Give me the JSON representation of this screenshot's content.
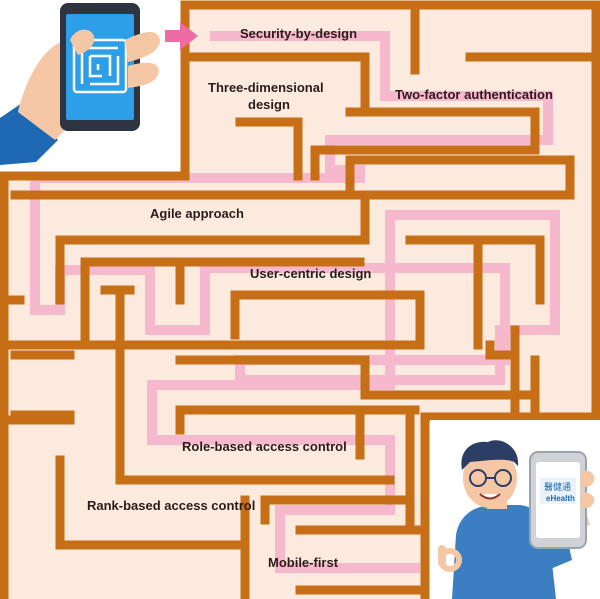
{
  "colors": {
    "maze_wall": "#c76f17",
    "maze_floor": "#fbeadd",
    "path": "#f6b8cd",
    "arrow": "#f06aa4",
    "label_text": "#2b1c1a",
    "phone_screen": "#2c9fe8",
    "skin": "#f6c7a5",
    "sleeve": "#1f68b3",
    "shirt": "#3b7ec2",
    "hair": "#2d3e66"
  },
  "illustrations": {
    "left": {
      "icon": "hand-holding-phone-maze-icon"
    },
    "right": {
      "icon": "man-holding-ehealth-phone-icon",
      "logo_text": "eHealth",
      "logo_chinese": "醫健通"
    }
  },
  "labels": {
    "security": "Security-by-design",
    "three_dim_1": "Three-dimensional",
    "three_dim_2": "design",
    "two_factor": "Two-factor authentication",
    "agile": "Agile approach",
    "user_centric": "User-centric design",
    "role_based": "Role-based access control",
    "rank_based": "Rank-based access control",
    "mobile_first": "Mobile-first"
  }
}
